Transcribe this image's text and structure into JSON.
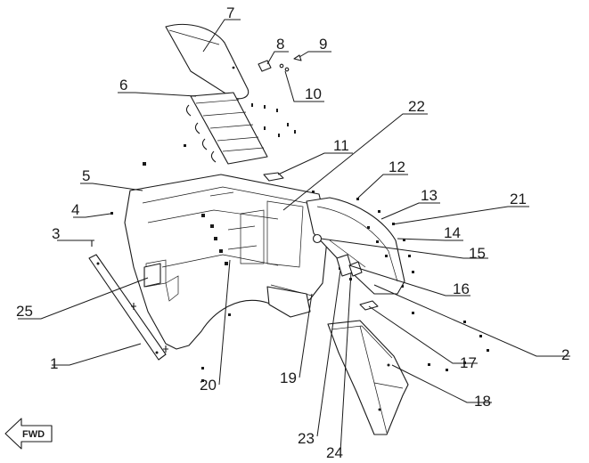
{
  "callouts": [
    {
      "id": "7",
      "label": "7"
    },
    {
      "id": "8",
      "label": "8"
    },
    {
      "id": "9",
      "label": "9"
    },
    {
      "id": "10",
      "label": "10"
    },
    {
      "id": "6",
      "label": "6"
    },
    {
      "id": "22",
      "label": "22"
    },
    {
      "id": "11",
      "label": "11"
    },
    {
      "id": "12",
      "label": "12"
    },
    {
      "id": "5",
      "label": "5"
    },
    {
      "id": "13",
      "label": "13"
    },
    {
      "id": "21",
      "label": "21"
    },
    {
      "id": "4",
      "label": "4"
    },
    {
      "id": "14",
      "label": "14"
    },
    {
      "id": "3",
      "label": "3"
    },
    {
      "id": "15",
      "label": "15"
    },
    {
      "id": "16",
      "label": "16"
    },
    {
      "id": "25",
      "label": "25"
    },
    {
      "id": "2",
      "label": "2"
    },
    {
      "id": "17",
      "label": "17"
    },
    {
      "id": "1",
      "label": "1"
    },
    {
      "id": "20",
      "label": "20"
    },
    {
      "id": "19",
      "label": "19"
    },
    {
      "id": "18",
      "label": "18"
    },
    {
      "id": "23",
      "label": "23"
    },
    {
      "id": "24",
      "label": "24"
    }
  ],
  "direction_arrow": {
    "label": "FWD"
  }
}
